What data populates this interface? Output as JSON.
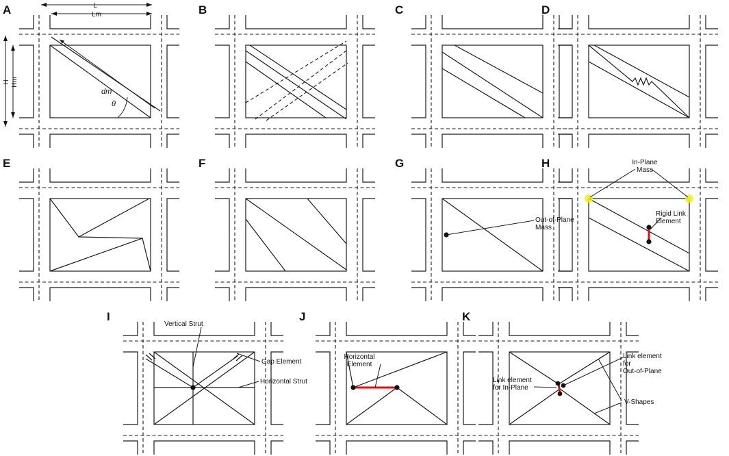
{
  "panels": [
    {
      "id": "A",
      "label": "A",
      "dims": {
        "L": "L",
        "Lm": "Lm",
        "H": "H",
        "Hm": "Hm",
        "dm": "dm",
        "theta": "θ"
      }
    },
    {
      "id": "B",
      "label": "B"
    },
    {
      "id": "C",
      "label": "C"
    },
    {
      "id": "D",
      "label": "D"
    },
    {
      "id": "E",
      "label": "E"
    },
    {
      "id": "F",
      "label": "F"
    },
    {
      "id": "G",
      "label": "G",
      "annotations": {
        "out_of_plane_mass": [
          "Out-of-Plane",
          "Mass"
        ]
      }
    },
    {
      "id": "H",
      "label": "H",
      "annotations": {
        "in_plane_mass": [
          "In-Plane",
          "Mass"
        ],
        "rigid_link": [
          "Rigid Link",
          "Element"
        ]
      }
    },
    {
      "id": "I",
      "label": "I",
      "annotations": {
        "vertical_strut": "Vertical Strut",
        "gap_element": "Gap Element",
        "horizontal_strut": "Horizontal Strut"
      }
    },
    {
      "id": "J",
      "label": "J",
      "annotations": {
        "horizontal_element": [
          "Horizontal",
          "Element"
        ]
      }
    },
    {
      "id": "K",
      "label": "K",
      "annotations": {
        "link_out_of_plane": [
          "Link element",
          "for",
          "Out-of-Plane"
        ],
        "link_in_plane": [
          "Link element",
          "for In-Plane"
        ],
        "v_shapes": "V-Shapes"
      }
    }
  ],
  "colors": {
    "line": "#1a1a1a",
    "rigid_link": "#e01010",
    "mass_highlight": "#f2ee1c"
  }
}
